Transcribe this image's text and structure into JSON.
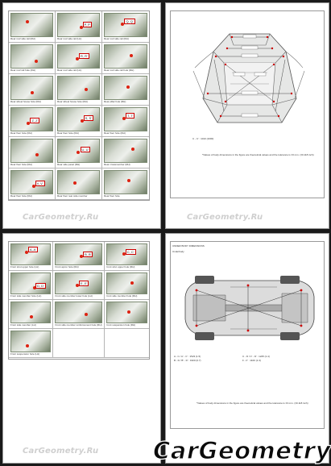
{
  "watermark": {
    "small": "CarGeometry.Ru",
    "large": "CarGeometry"
  },
  "page1": {
    "photos": [
      {
        "tag": "",
        "caption": "Rear roof side rail (RH)"
      },
      {
        "tag": "P, P'",
        "caption": "Rear roof side rail (LH)"
      },
      {
        "tag": "Q, Q'",
        "caption": "Rear roof side rail (RH)"
      },
      {
        "tag": "",
        "caption": "Rear roof rail hole (RH)"
      },
      {
        "tag": "R, R'",
        "caption": "Rear roof side rail (LH)"
      },
      {
        "tag": "",
        "caption": "Rear roof side rail hole (RH)"
      },
      {
        "tag": "",
        "caption": "Rear wheel house hole (RH)"
      },
      {
        "tag": "",
        "caption": "Rear wheel house hole (RH)"
      },
      {
        "tag": "",
        "caption": "Rear pillar hole (RH)"
      },
      {
        "tag": "Z, Z'",
        "caption": "Rear floor hole (RH)"
      },
      {
        "tag": "S, S'",
        "caption": "Rear floor hole (RH)"
      },
      {
        "tag": "T, T'",
        "caption": "Rear floor hole (RH)"
      },
      {
        "tag": "",
        "caption": "Rear floor hole (RH)"
      },
      {
        "tag": "U, U'",
        "caption": "Rear side panel (RH)"
      },
      {
        "tag": "",
        "caption": "Rear crossmember (RH)"
      },
      {
        "tag": "V, V'",
        "caption": "Rear floor hole (RH)"
      },
      {
        "tag": "",
        "caption": "Rear floor rear side member"
      },
      {
        "tag": "",
        "caption": "Rear floor hole"
      },
      {
        "tag": "Z1, Z1'",
        "caption": "Rear panel lower hole (RH)"
      },
      {
        "tag": "Z1, Z2'",
        "caption": "Rear panel lower hole (RH)"
      },
      {
        "tag": "Z2, Z2'",
        "caption": "Rear panel lower hole (RH)"
      }
    ]
  },
  "page2": {
    "footnote_1": "C - C' : 1010 (1000)",
    "footnote_2": "*Values of body dimensions in the figure are theoretical values and the tolerance is ±3 mm. (±0.118 inch)"
  },
  "page3": {
    "photos": [
      {
        "tag": "A, A'",
        "caption": "Front strut upper hole (LH)"
      },
      {
        "tag": "B, B'",
        "caption": "Front apron hole (RH)"
      },
      {
        "tag": "C, C'",
        "caption": "Front strut upper hole (RH)"
      },
      {
        "tag": "D, D'",
        "caption": "Front side member hole (LH)"
      },
      {
        "tag": "E, E'",
        "caption": "Front side member lower hole (LH)"
      },
      {
        "tag": "",
        "caption": "Front side member hole (RH)"
      },
      {
        "tag": "",
        "caption": "Front side member (LH)"
      },
      {
        "tag": "",
        "caption": "Front side member reinforcement hole (RH)"
      },
      {
        "tag": "",
        "caption": "Front suspension hole (RH)"
      },
      {
        "tag": "",
        "caption": "Front suspension hole (LH)"
      }
    ]
  },
  "page4": {
    "heading": "UNDER BODY DIMENSIONS",
    "subheading": "Underbody",
    "dims_left": [
      "A - C / A' - C' : 1523 (1.5)",
      "B - D / B' - D' : 1900 (0.7)"
    ],
    "dims_right": [
      "C - D / C' - D' : 1225 (1.4)",
      "F - F' : 1100 (1.3)"
    ],
    "footnote": "*Values of body dimensions in the figure are theoretical values and the tolerance is ±3 mm. (±0.118 inch)"
  }
}
